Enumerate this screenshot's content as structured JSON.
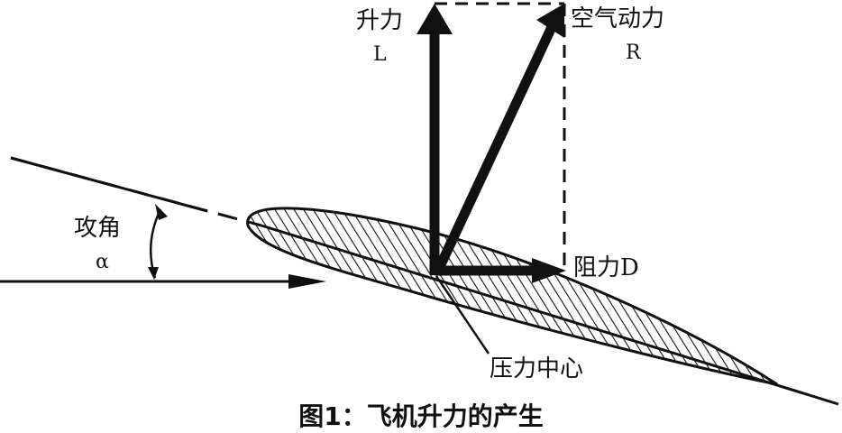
{
  "labels": {
    "lift_name": "升力",
    "lift_symbol": "L",
    "aero_force_name": "空气动力",
    "aero_force_symbol": "R",
    "attack_angle_name": "攻角",
    "attack_angle_symbol": "α",
    "drag": "阻力D",
    "pressure_center": "压力中心"
  },
  "caption": "图1：飞机升力的产生",
  "colors": {
    "ink": "#111111",
    "background": "#ffffff"
  }
}
